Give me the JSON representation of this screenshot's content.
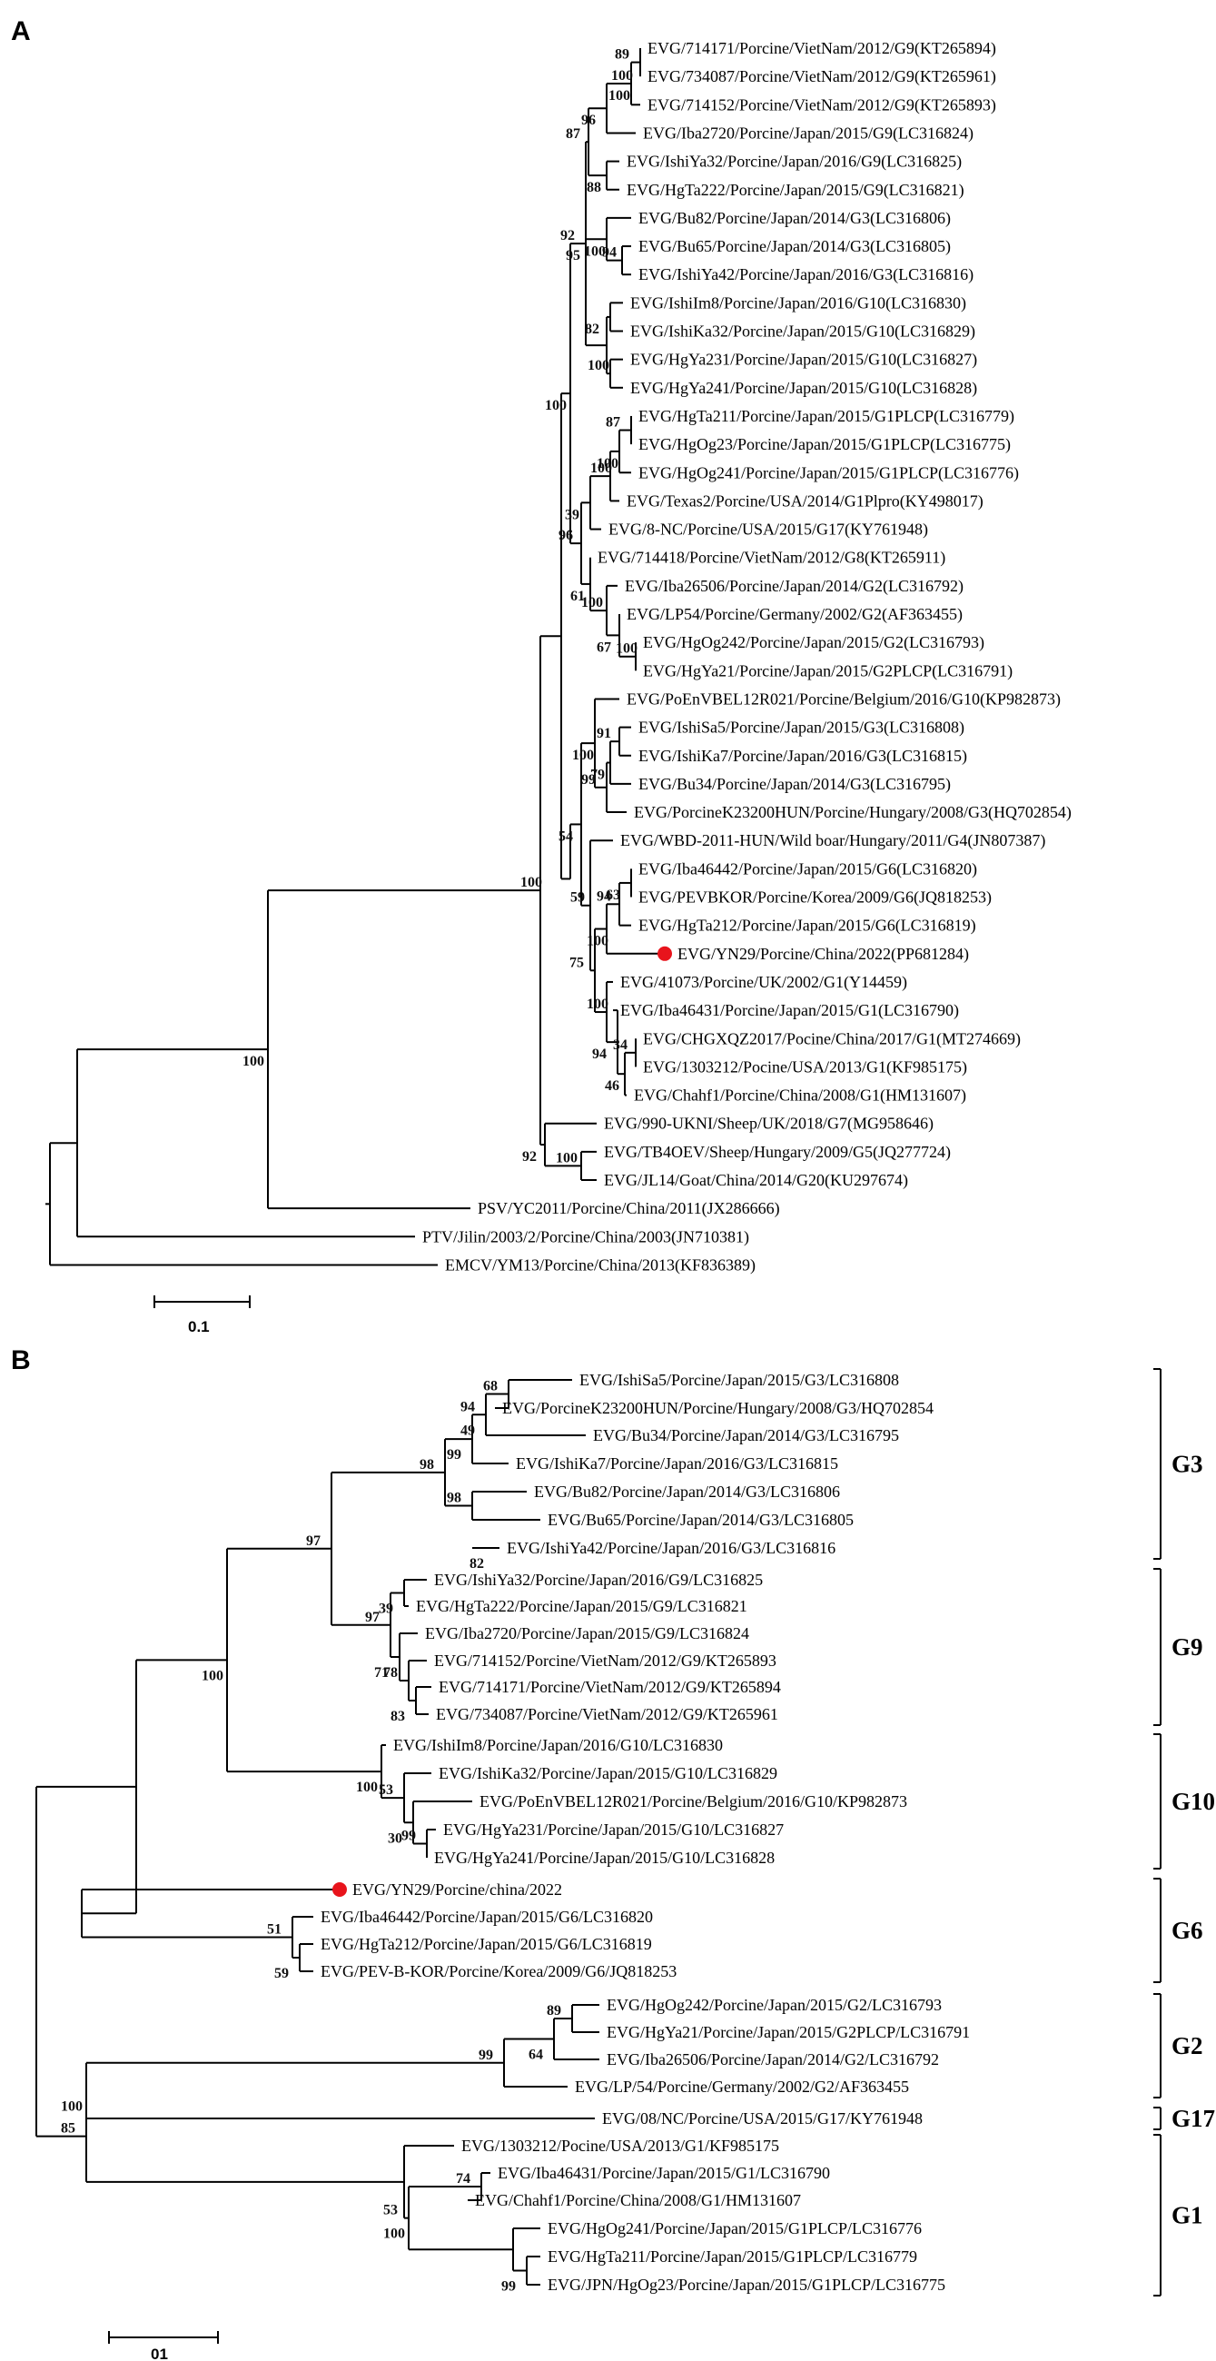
{
  "colors": {
    "marker": "#e8141c",
    "branch": "#000000"
  },
  "panelA": {
    "label": "A",
    "scale": "0.1",
    "leaves": [
      "EVG/714171/Porcine/VietNam/2012/G9(KT265894)",
      "EVG/734087/Porcine/VietNam/2012/G9(KT265961)",
      "EVG/714152/Porcine/VietNam/2012/G9(KT265893)",
      "EVG/Iba2720/Porcine/Japan/2015/G9(LC316824)",
      "EVG/IshiYa32/Porcine/Japan/2016/G9(LC316825)",
      "EVG/HgTa222/Porcine/Japan/2015/G9(LC316821)",
      "EVG/Bu82/Porcine/Japan/2014/G3(LC316806)",
      "EVG/Bu65/Porcine/Japan/2014/G3(LC316805)",
      "EVG/IshiYa42/Porcine/Japan/2016/G3(LC316816)",
      "EVG/IshiIm8/Porcine/Japan/2016/G10(LC316830)",
      "EVG/IshiKa32/Porcine/Japan/2015/G10(LC316829)",
      "EVG/HgYa231/Porcine/Japan/2015/G10(LC316827)",
      "EVG/HgYa241/Porcine/Japan/2015/G10(LC316828)",
      "EVG/HgTa211/Porcine/Japan/2015/G1PLCP(LC316779)",
      "EVG/HgOg23/Porcine/Japan/2015/G1PLCP(LC316775)",
      "EVG/HgOg241/Porcine/Japan/2015/G1PLCP(LC316776)",
      "EVG/Texas2/Porcine/USA/2014/G1Plpro(KY498017)",
      "EVG/8-NC/Porcine/USA/2015/G17(KY761948)",
      "EVG/714418/Porcine/VietNam/2012/G8(KT265911)",
      "EVG/Iba26506/Porcine/Japan/2014/G2(LC316792)",
      "EVG/LP54/Porcine/Germany/2002/G2(AF363455)",
      "EVG/HgOg242/Porcine/Japan/2015/G2(LC316793)",
      "EVG/HgYa21/Porcine/Japan/2015/G2PLCP(LC316791)",
      "EVG/PoEnVBEL12R021/Porcine/Belgium/2016/G10(KP982873)",
      "EVG/IshiSa5/Porcine/Japan/2015/G3(LC316808)",
      "EVG/IshiKa7/Porcine/Japan/2016/G3(LC316815)",
      "EVG/Bu34/Porcine/Japan/2014/G3(LC316795)",
      "EVG/PorcineK23200HUN/Porcine/Hungary/2008/G3(HQ702854)",
      "EVG/WBD-2011-HUN/Wild boar/Hungary/2011/G4(JN807387)",
      "EVG/Iba46442/Porcine/Japan/2015/G6(LC316820)",
      "EVG/PEVBKOR/Porcine/Korea/2009/G6(JQ818253)",
      "EVG/HgTa212/Porcine/Japan/2015/G6(LC316819)",
      "EVG/YN29/Porcine/China/2022(PP681284)",
      "EVG/41073/Porcine/UK/2002/G1(Y14459)",
      "EVG/Iba46431/Porcine/Japan/2015/G1(LC316790)",
      "EVG/CHGXQZ2017/Pocine/China/2017/G1(MT274669)",
      "EVG/1303212/Pocine/USA/2013/G1(KF985175)",
      "EVG/Chahf1/Porcine/China/2008/G1(HM131607)",
      "EVG/990-UKNI/Sheep/UK/2018/G7(MG958646)",
      "EVG/TB4OEV/Sheep/Hungary/2009/G5(JQ277724)",
      "EVG/JL14/Goat/China/2014/G20(KU297674)",
      "PSV/YC2011/Porcine/China/2011(JX286666)",
      "PTV/Jilin/2003/2/Porcine/China/2003(JN710381)",
      "EMCV/YM13/Porcine/China/2013(KF836389)"
    ],
    "support": [
      "89",
      "100",
      "100",
      "96",
      "87",
      "88",
      "92",
      "100",
      "94",
      "82",
      "100",
      "95",
      "87",
      "100",
      "100",
      "39",
      "96",
      "61",
      "100",
      "67",
      "100",
      "100",
      "91",
      "79",
      "99",
      "100",
      "59",
      "63",
      "94",
      "100",
      "75",
      "54",
      "100",
      "94",
      "34",
      "46",
      "100",
      "92",
      "100",
      "100"
    ]
  },
  "panelB": {
    "label": "B",
    "scale": "01",
    "leaves": [
      "EVG/IshiSa5/Porcine/Japan/2015/G3/LC316808",
      "EVG/PorcineK23200HUN/Porcine/Hungary/2008/G3/HQ702854",
      "EVG/Bu34/Porcine/Japan/2014/G3/LC316795",
      "EVG/IshiKa7/Porcine/Japan/2016/G3/LC316815",
      "EVG/Bu82/Porcine/Japan/2014/G3/LC316806",
      "EVG/Bu65/Porcine/Japan/2014/G3/LC316805",
      "EVG/IshiYa42/Porcine/Japan/2016/G3/LC316816",
      "EVG/IshiYa32/Porcine/Japan/2016/G9/LC316825",
      "EVG/HgTa222/Porcine/Japan/2015/G9/LC316821",
      "EVG/Iba2720/Porcine/Japan/2015/G9/LC316824",
      "EVG/714152/Porcine/VietNam/2012/G9/KT265893",
      "EVG/714171/Porcine/VietNam/2012/G9/KT265894",
      "EVG/734087/Porcine/VietNam/2012/G9/KT265961",
      "EVG/IshiIm8/Porcine/Japan/2016/G10/LC316830",
      "EVG/IshiKa32/Porcine/Japan/2015/G10/LC316829",
      "EVG/PoEnVBEL12R021/Porcine/Belgium/2016/G10/KP982873",
      "EVG/HgYa231/Porcine/Japan/2015/G10/LC316827",
      "EVG/HgYa241/Porcine/Japan/2015/G10/LC316828",
      "EVG/YN29/Porcine/china/2022",
      "EVG/Iba46442/Porcine/Japan/2015/G6/LC316820",
      "EVG/HgTa212/Porcine/Japan/2015/G6/LC316819",
      "EVG/PEV-B-KOR/Porcine/Korea/2009/G6/JQ818253",
      "EVG/HgOg242/Porcine/Japan/2015/G2/LC316793",
      "EVG/HgYa21/Porcine/Japan/2015/G2PLCP/LC316791",
      "EVG/Iba26506/Porcine/Japan/2014/G2/LC316792",
      "EVG/LP/54/Porcine/Germany/2002/G2/AF363455",
      "EVG/08/NC/Porcine/USA/2015/G17/KY761948",
      "EVG/1303212/Pocine/USA/2013/G1/KF985175",
      "EVG/Iba46431/Porcine/Japan/2015/G1/LC316790",
      "EVG/Chahf1/Porcine/China/2008/G1/HM131607",
      "EVG/HgOg241/Porcine/Japan/2015/G1PLCP/LC316776",
      "EVG/HgTa211/Porcine/Japan/2015/G1PLCP/LC316779",
      "EVG/JPN/HgOg23/Porcine/Japan/2015/G1PLCP/LC316775"
    ],
    "support": [
      "68",
      "49",
      "94",
      "99",
      "98",
      "82",
      "98",
      "39",
      "97",
      "71",
      "78",
      "83",
      "97",
      "100",
      "53",
      "30",
      "99",
      "100",
      "51",
      "59",
      "89",
      "64",
      "99",
      "100",
      "74",
      "100",
      "53",
      "99",
      "85"
    ],
    "groups": [
      "G3",
      "G9",
      "G10",
      "G6",
      "G2",
      "G17",
      "G1"
    ]
  }
}
